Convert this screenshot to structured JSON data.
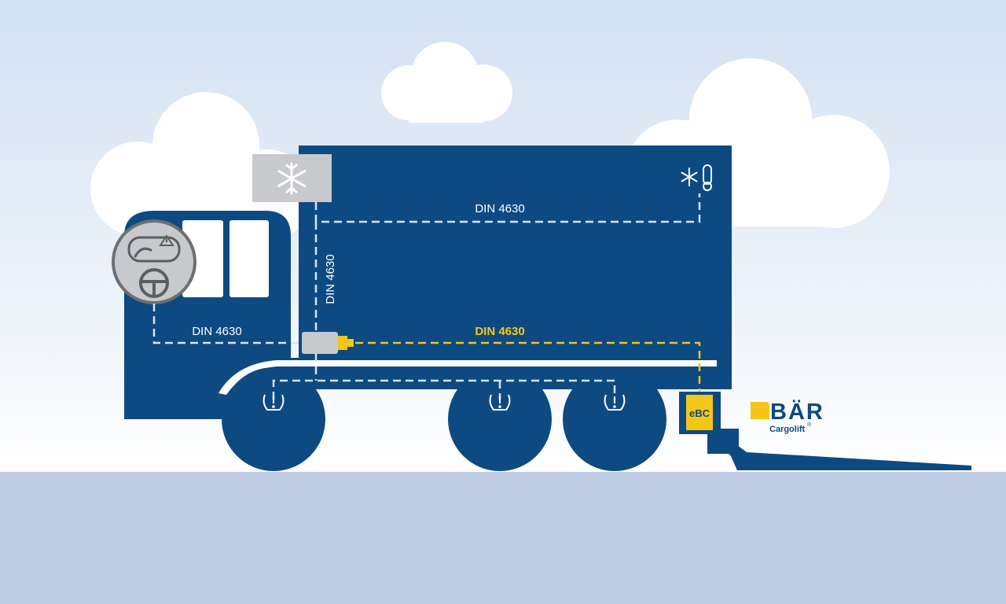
{
  "diagram": {
    "labels": {
      "din_upper": "DIN 4630",
      "din_vertical": "DIN 4630",
      "din_cab": "DIN 4630",
      "din_yellow": "DIN 4630",
      "ebc": "eBC"
    },
    "logo": {
      "brand": "BÄR",
      "product": "Cargolift",
      "registered": "®"
    }
  },
  "colors": {
    "truck_blue": "#0d4a82",
    "yellow": "#f5c518",
    "sky_top": "#d3e1f2",
    "ground": "#c0cce3",
    "cable_white": "#d9e3ef",
    "unit_grey": "#c7c9cc"
  }
}
